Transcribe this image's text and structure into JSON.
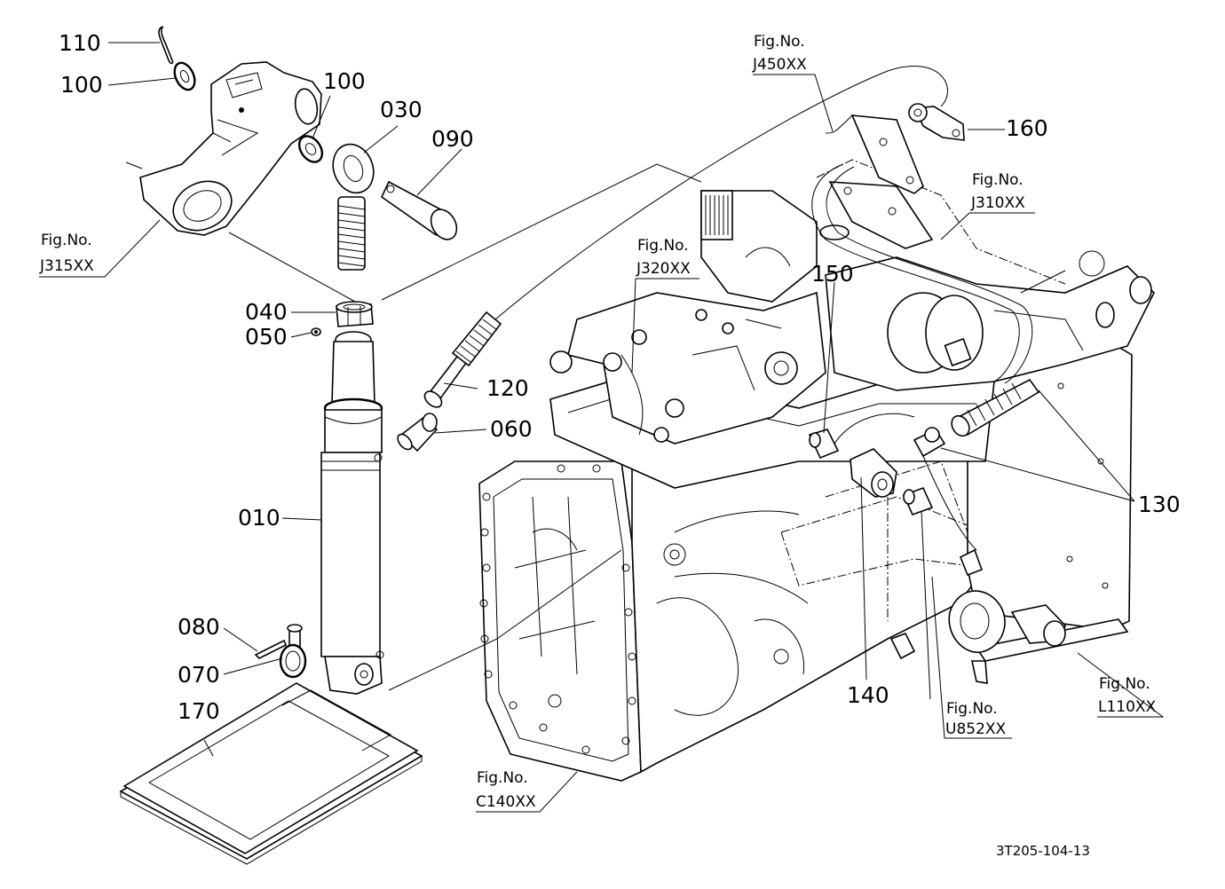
{
  "callouts": {
    "c110": "110",
    "c100a": "100",
    "c100b": "100",
    "c030": "030",
    "c090": "090",
    "c160": "160",
    "c150": "150",
    "c040": "040",
    "c050": "050",
    "c120": "120",
    "c060": "060",
    "c130": "130",
    "c010": "010",
    "c080": "080",
    "c070": "070",
    "c170": "170",
    "c140": "140"
  },
  "fig_refs": {
    "prefix": "Fig.No.",
    "j450": "J450XX",
    "j310": "J310XX",
    "j320": "J320XX",
    "j315": "J315XX",
    "c140": "C140XX",
    "u852": "U852XX",
    "l110": "L110XX"
  },
  "drawing_ref": "3T205-104-13"
}
